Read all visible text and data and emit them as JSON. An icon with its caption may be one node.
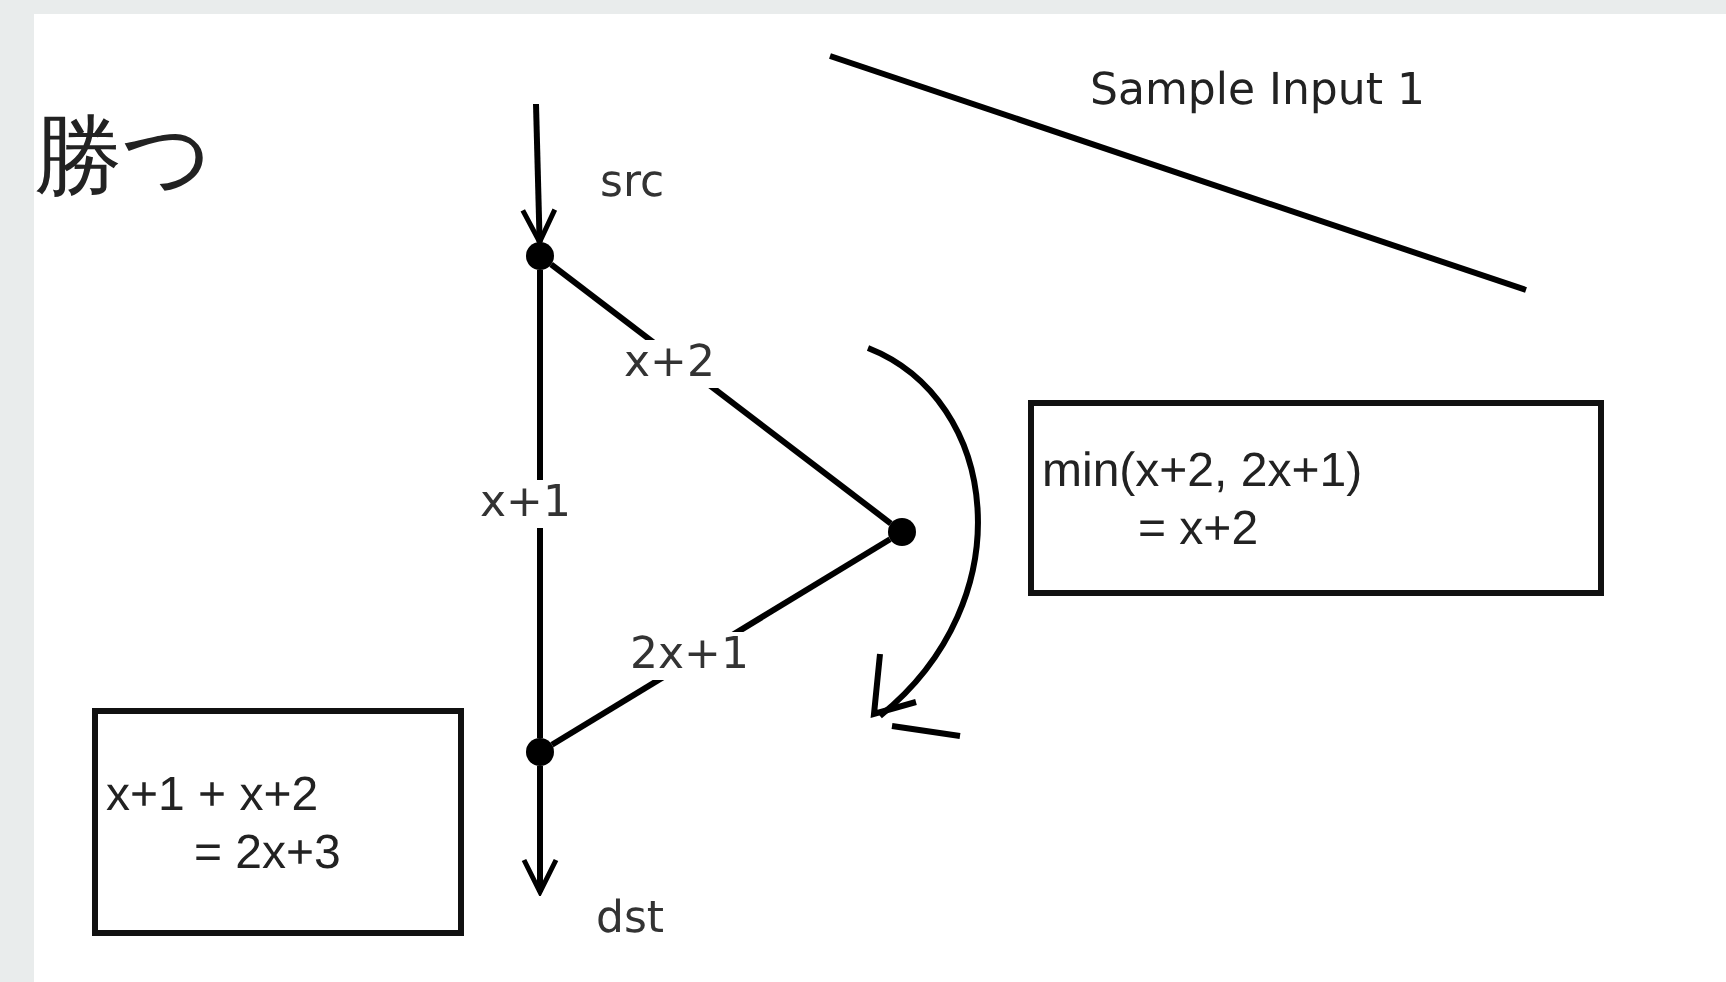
{
  "diagram": {
    "nodes": [
      {
        "text": [],
        "shape": "circle"
      },
      {
        "text": [],
        "shape": "circle"
      },
      {
        "text": [],
        "shape": "circle"
      },
      {
        "text": [
          "min(x+2, 2x+1) = x+2"
        ]
      },
      {
        "text": [
          "x+1 + x+2 = 2x+3"
        ]
      }
    ],
    "edges": [
      {
        "from": null,
        "to": 0,
        "arrow": "to",
        "label": "src"
      },
      {
        "from": 0,
        "to": 2,
        "arrow": "none",
        "label": "x+1"
      },
      {
        "from": 0,
        "to": 1,
        "arrow": "none",
        "label": "x+2"
      },
      {
        "from": 1,
        "to": 2,
        "arrow": "none",
        "label": "2x+1"
      },
      {
        "from": 2,
        "to": null,
        "arrow": "to",
        "label": "dst"
      }
    ],
    "labels": [
      "勝つ",
      "Sample Input 1"
    ]
  }
}
